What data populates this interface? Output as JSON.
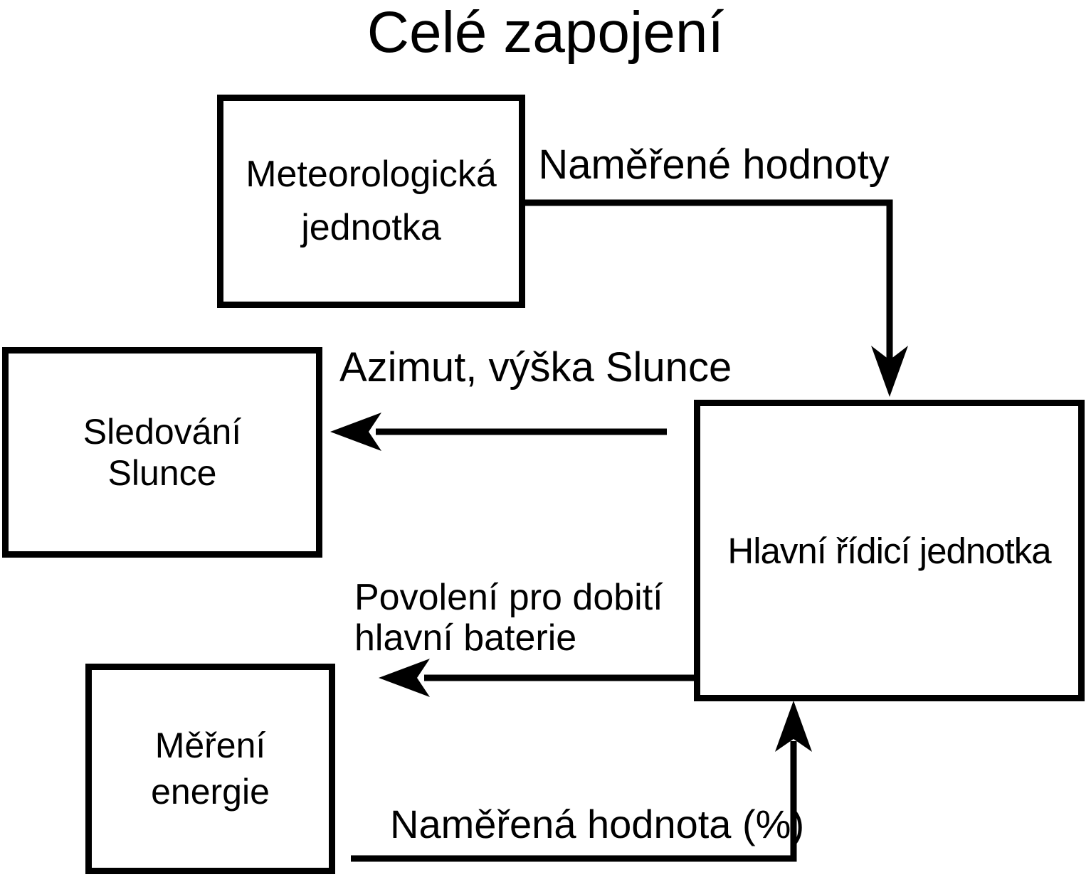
{
  "title": "Celé zapojení",
  "colors": {
    "line": "#000000",
    "background": "#ffffff",
    "text": "#000000"
  },
  "nodes": {
    "meteo": {
      "line1": "Meteorologická",
      "line2": "jednotka"
    },
    "sledovani": {
      "line1": "Sledování",
      "line2": "Slunce"
    },
    "mereni": {
      "line1": "Měření",
      "line2": "energie"
    },
    "hlavni": {
      "label": "Hlavní řídicí jednotka"
    }
  },
  "edges": {
    "namerene_hodnoty": {
      "label": "Naměřené hodnoty",
      "from": "meteo",
      "to": "hlavni"
    },
    "azimut_vyska": {
      "label": "Azimut, výška Slunce",
      "from": "hlavni",
      "to": "sledovani"
    },
    "povoleni": {
      "label_line1": "Povolení pro dobití",
      "label_line2": "hlavní baterie",
      "from": "hlavni",
      "to": "mereni"
    },
    "namerena_hodnota": {
      "label": "Naměřená hodnota (%)",
      "from": "mereni",
      "to": "hlavni"
    }
  }
}
